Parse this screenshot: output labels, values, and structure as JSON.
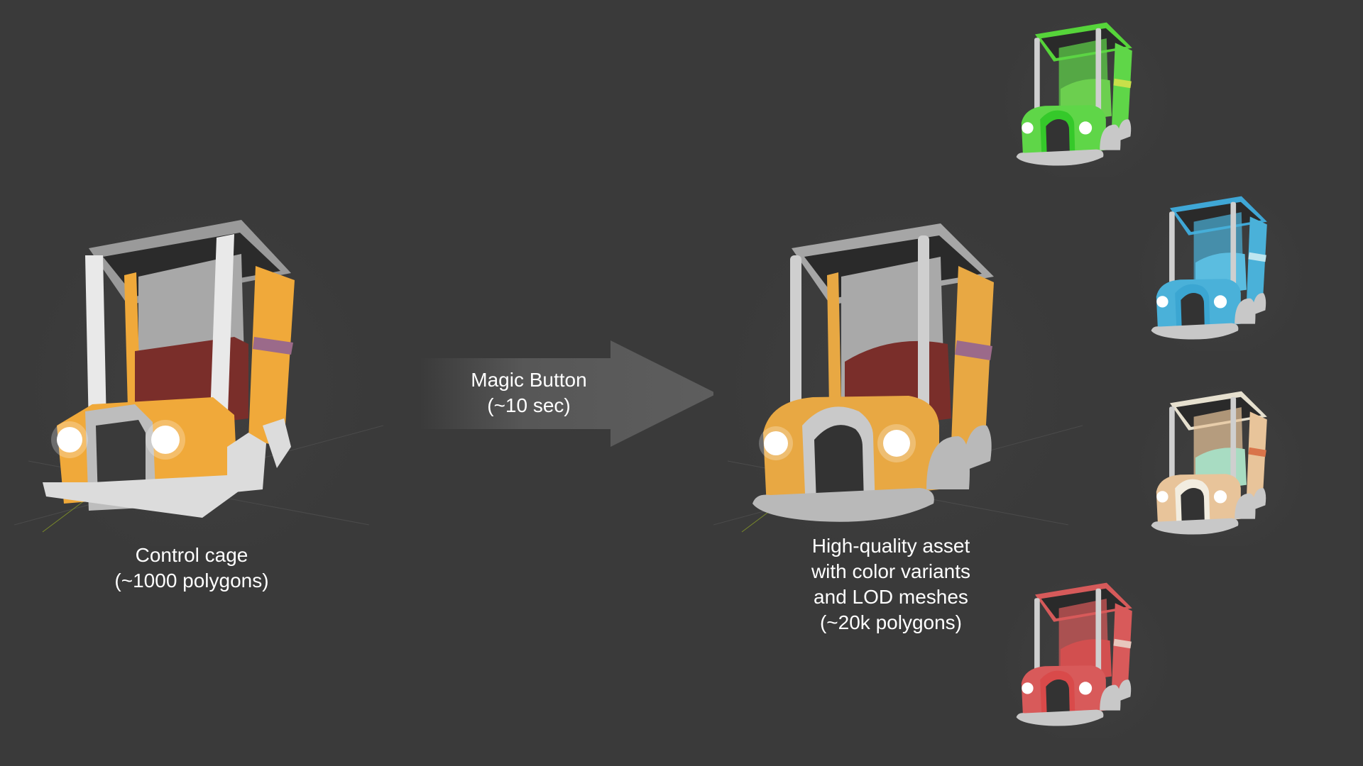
{
  "labels": {
    "left": "Control cage\n(~1000 polygons)",
    "arrow": "Magic Button\n(~10 sec)",
    "right": "High-quality asset\nwith color variants\nand LOD meshes\n(~20k polygons)"
  },
  "colors": {
    "background": "#3a3a3a",
    "arrow": "#5a5a5a",
    "label_text": "#ffffff"
  },
  "cars": {
    "control_cage": {
      "body": "#f0a93a",
      "roof": "#9a9a9a",
      "trim": "#dcdcdc",
      "stripe": "#9b6a8a",
      "seat": "#7a2e2a",
      "pillar_color": "#e9e9e9",
      "grille": "#bdbdbd"
    },
    "hq_main": {
      "body": "#e8a843",
      "roof": "#a6a6a6",
      "trim": "#b9b9b9",
      "stripe": "#9b6a8a",
      "seat": "#7a2e2a",
      "pillar_color": "#cfcfcf",
      "grille": "#c9c9c9"
    },
    "variants": [
      {
        "name": "green",
        "body": "#5fd648",
        "roof": "#56d43a",
        "trim": "#c8c8c8",
        "stripe": "#c8e04a",
        "seat": "#6ccf4f",
        "pillar_color": "#cfcfcf",
        "grille": "#35c92a"
      },
      {
        "name": "blue",
        "body": "#4ab1d9",
        "roof": "#3fa7d6",
        "trim": "#c8c8c8",
        "stripe": "#bfe6f0",
        "seat": "#5bbde0",
        "pillar_color": "#cfcfcf",
        "grille": "#3ba6d2"
      },
      {
        "name": "cream",
        "body": "#e8c49a",
        "roof": "#e6e0cf",
        "trim": "#c8c8c8",
        "stripe": "#d9744a",
        "seat": "#a8dcc2",
        "pillar_color": "#cfcfcf",
        "grille": "#f2ede0"
      },
      {
        "name": "red",
        "body": "#d85a5a",
        "roof": "#d65a5a",
        "trim": "#c8c8c8",
        "stripe": "#e7c7bd",
        "seat": "#d24f4f",
        "pillar_color": "#cfcfcf",
        "grille": "#d94a4a"
      }
    ]
  }
}
